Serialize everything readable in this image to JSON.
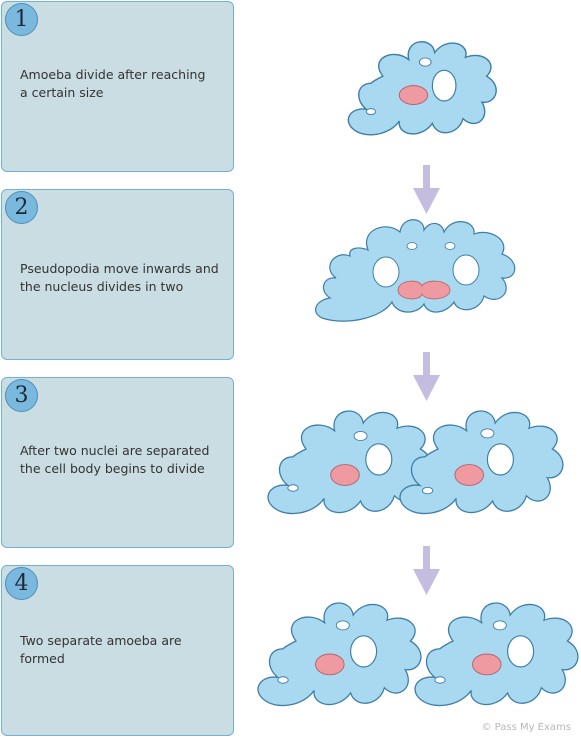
{
  "steps": [
    {
      "number": "1",
      "text_line1": "Amoeba divide after reaching",
      "text_line2": "a certain size"
    },
    {
      "number": "2",
      "text_line1": "Pseudopodia move inwards and",
      "text_line2": "the nucleus divides in two"
    },
    {
      "number": "3",
      "text_line1": "After two nuclei are separated",
      "text_line2": "the cell body begins to divide"
    },
    {
      "number": "4",
      "text_line1": "Two separate amoeba are",
      "text_line2": "formed"
    }
  ],
  "colors": {
    "panel": "#c9dde3",
    "panel_border": "#6fb3d6",
    "badge": "#7ab8dd",
    "cell_body": "#a9d9f1",
    "cell_outline": "#3f7fa6",
    "nucleus": "#ee9aa0",
    "vacuole": "#ffffff",
    "arrow": "#c4bde0"
  },
  "watermark": "© Pass My Exams"
}
